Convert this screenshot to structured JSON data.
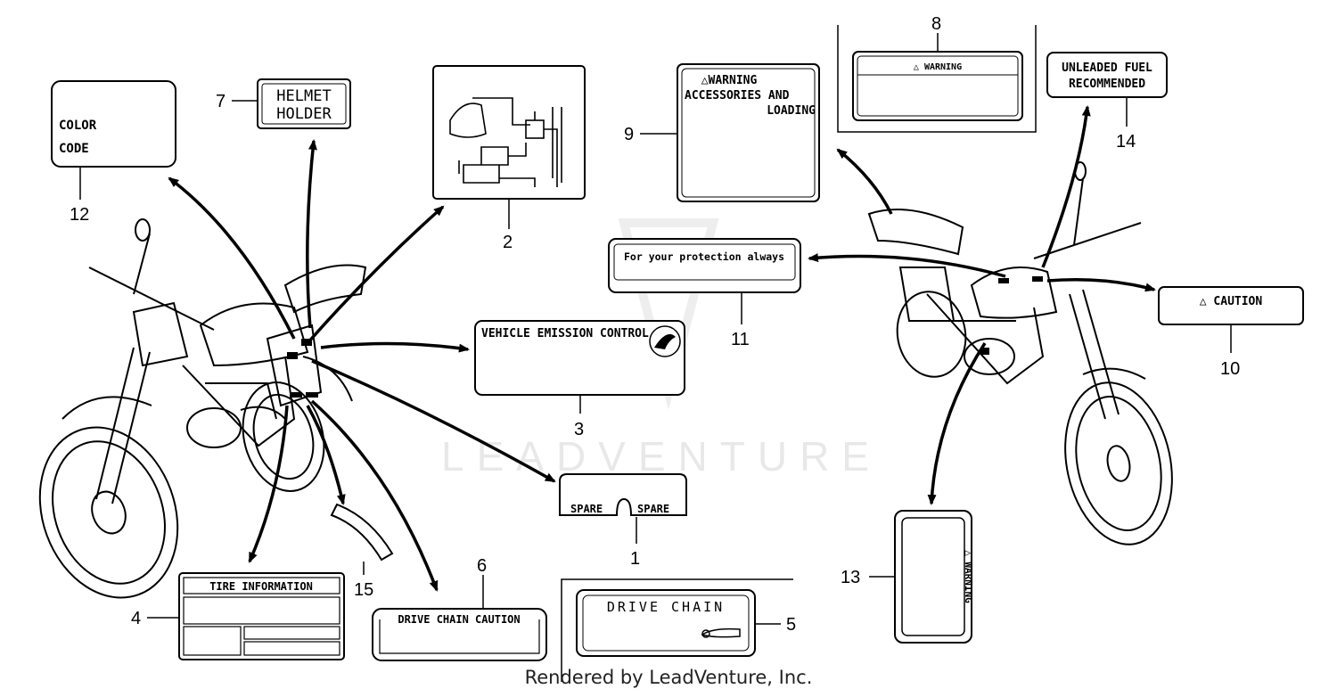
{
  "watermark": "LEADVENTURE",
  "footer": "Rendered by LeadVenture, Inc.",
  "parts": {
    "p1": {
      "num": "1",
      "text_a": "SPARE",
      "text_b": "SPARE"
    },
    "p2": {
      "num": "2"
    },
    "p3": {
      "num": "3",
      "text": "VEHICLE EMISSION CONTROL"
    },
    "p4": {
      "num": "4",
      "text": "TIRE INFORMATION"
    },
    "p5": {
      "num": "5",
      "text": "DRIVE CHAIN"
    },
    "p6": {
      "num": "6",
      "text": "DRIVE CHAIN CAUTION"
    },
    "p7": {
      "num": "7",
      "line1": "HELMET",
      "line2": "HOLDER"
    },
    "p8": {
      "num": "8",
      "text": "△ WARNING"
    },
    "p9": {
      "num": "9",
      "line1": "△WARNING",
      "line2": "ACCESSORIES AND",
      "line3": "LOADING"
    },
    "p10": {
      "num": "10",
      "text": "△ CAUTION"
    },
    "p11": {
      "num": "11",
      "text": "For your protection always"
    },
    "p12": {
      "num": "12",
      "line1": "COLOR",
      "line2": "CODE"
    },
    "p13": {
      "num": "13",
      "text": "△ WARNING"
    },
    "p14": {
      "num": "14",
      "line1": "UNLEADED FUEL",
      "line2": "RECOMMENDED"
    },
    "p15": {
      "num": "15"
    }
  }
}
